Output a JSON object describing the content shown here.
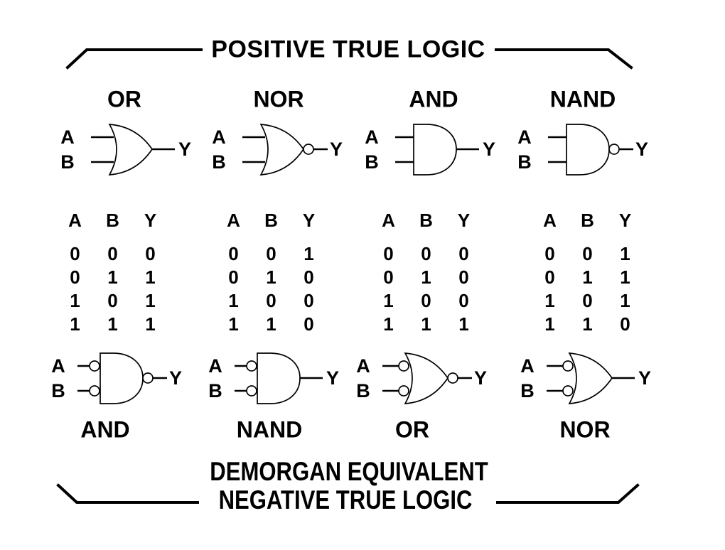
{
  "titles": {
    "top": "POSITIVE TRUE LOGIC",
    "bottom_line1": "DEMORGAN EQUIVALENT",
    "bottom_line2": "NEGATIVE TRUE LOGIC"
  },
  "colors": {
    "ink": "#000000",
    "background": "#ffffff"
  },
  "gates_top": [
    {
      "label": "OR",
      "shape": "or",
      "input_bubbles": false,
      "output_bubble": false,
      "inputs": [
        "A",
        "B"
      ],
      "output": "Y"
    },
    {
      "label": "NOR",
      "shape": "or",
      "input_bubbles": false,
      "output_bubble": true,
      "inputs": [
        "A",
        "B"
      ],
      "output": "Y"
    },
    {
      "label": "AND",
      "shape": "and",
      "input_bubbles": false,
      "output_bubble": false,
      "inputs": [
        "A",
        "B"
      ],
      "output": "Y"
    },
    {
      "label": "NAND",
      "shape": "and",
      "input_bubbles": false,
      "output_bubble": true,
      "inputs": [
        "A",
        "B"
      ],
      "output": "Y"
    }
  ],
  "tables": [
    {
      "gate": "OR",
      "headers": [
        "A",
        "B",
        "Y"
      ],
      "rows": [
        [
          "0",
          "0",
          "0"
        ],
        [
          "0",
          "1",
          "1"
        ],
        [
          "1",
          "0",
          "1"
        ],
        [
          "1",
          "1",
          "1"
        ]
      ]
    },
    {
      "gate": "NOR",
      "headers": [
        "A",
        "B",
        "Y"
      ],
      "rows": [
        [
          "0",
          "0",
          "1"
        ],
        [
          "0",
          "1",
          "0"
        ],
        [
          "1",
          "0",
          "0"
        ],
        [
          "1",
          "1",
          "0"
        ]
      ]
    },
    {
      "gate": "AND",
      "headers": [
        "A",
        "B",
        "Y"
      ],
      "rows": [
        [
          "0",
          "0",
          "0"
        ],
        [
          "0",
          "1",
          "0"
        ],
        [
          "1",
          "0",
          "0"
        ],
        [
          "1",
          "1",
          "1"
        ]
      ]
    },
    {
      "gate": "NAND",
      "headers": [
        "A",
        "B",
        "Y"
      ],
      "rows": [
        [
          "0",
          "0",
          "1"
        ],
        [
          "0",
          "1",
          "1"
        ],
        [
          "1",
          "0",
          "1"
        ],
        [
          "1",
          "1",
          "0"
        ]
      ]
    }
  ],
  "gates_bottom": [
    {
      "label": "AND",
      "shape": "and",
      "input_bubbles": true,
      "output_bubble": true,
      "inputs": [
        "A",
        "B"
      ],
      "output": "Y"
    },
    {
      "label": "NAND",
      "shape": "and",
      "input_bubbles": true,
      "output_bubble": false,
      "inputs": [
        "A",
        "B"
      ],
      "output": "Y"
    },
    {
      "label": "OR",
      "shape": "or",
      "input_bubbles": true,
      "output_bubble": true,
      "inputs": [
        "A",
        "B"
      ],
      "output": "Y"
    },
    {
      "label": "NOR",
      "shape": "or",
      "input_bubbles": true,
      "output_bubble": false,
      "inputs": [
        "A",
        "B"
      ],
      "output": "Y"
    }
  ]
}
